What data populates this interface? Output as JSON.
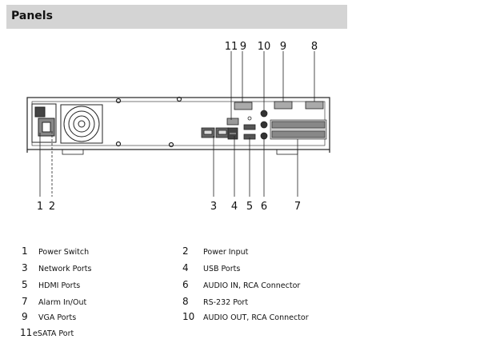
{
  "header": {
    "title": "Panels"
  },
  "figure": {
    "top_callouts": [
      "11",
      "9",
      "10",
      "9",
      "8"
    ],
    "bottom_callouts": [
      "1",
      "2",
      "3",
      "4",
      "5",
      "6",
      "7"
    ]
  },
  "legend": [
    {
      "num": "1",
      "label": "Power Switch"
    },
    {
      "num": "2",
      "label": "Power Input"
    },
    {
      "num": "3",
      "label": "Network Ports"
    },
    {
      "num": "4",
      "label": "USB Ports"
    },
    {
      "num": "5",
      "label": "HDMI Ports"
    },
    {
      "num": "6",
      "label": "AUDIO IN, RCA Connector"
    },
    {
      "num": "7",
      "label": "Alarm In/Out"
    },
    {
      "num": "8",
      "label": "RS-232 Port"
    },
    {
      "num": "9",
      "label": "VGA Ports"
    },
    {
      "num": "10",
      "label": "AUDIO OUT, RCA Connector"
    },
    {
      "num": "11",
      "label": "eSATA Port"
    }
  ]
}
